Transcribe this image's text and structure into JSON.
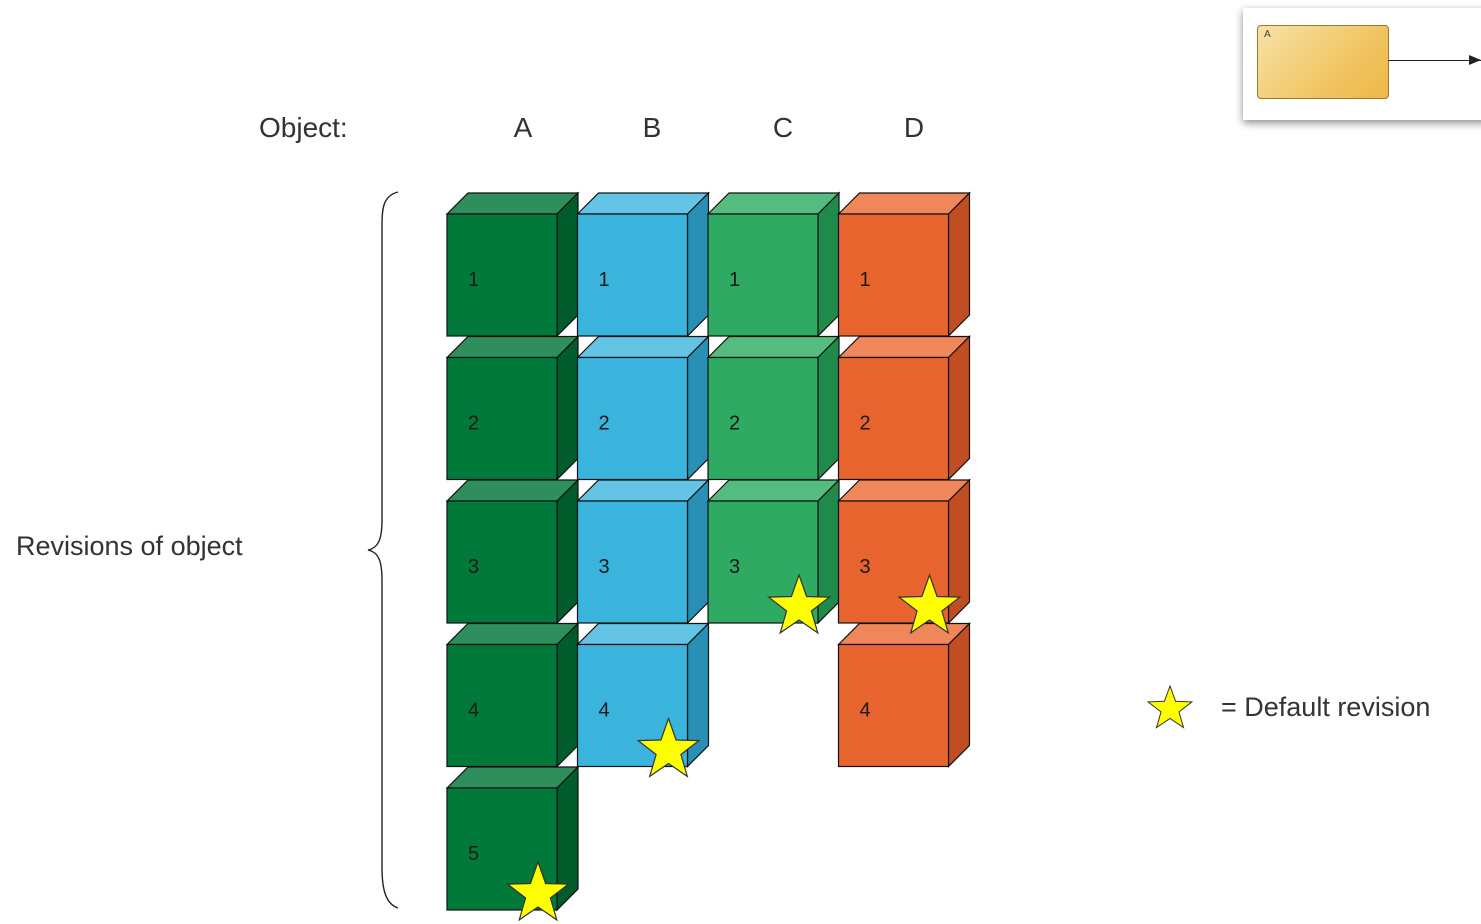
{
  "header_label": "Object:",
  "columns": [
    {
      "label": "A",
      "revisions": [
        "1",
        "2",
        "3",
        "4",
        "5"
      ],
      "default_revision": "5",
      "color": {
        "front": "#00793a",
        "top": "#2e8f5c",
        "side": "#005c2a"
      }
    },
    {
      "label": "B",
      "revisions": [
        "1",
        "2",
        "3",
        "4"
      ],
      "default_revision": "4",
      "color": {
        "front": "#3bb4dd",
        "top": "#63c4e6",
        "side": "#2a8fb4"
      }
    },
    {
      "label": "C",
      "revisions": [
        "1",
        "2",
        "3"
      ],
      "default_revision": "3",
      "color": {
        "front": "#2eaa62",
        "top": "#55bc80",
        "side": "#1f8a4a"
      }
    },
    {
      "label": "D",
      "revisions": [
        "1",
        "2",
        "3",
        "4"
      ],
      "default_revision": "3",
      "color": {
        "front": "#e8642f",
        "top": "#ef875b",
        "side": "#c04e22"
      }
    }
  ],
  "brace_label": "Revisions of object",
  "legend": {
    "text": "= Default revision",
    "icon": "star-icon",
    "star_color": "#ffff00"
  },
  "inset": {
    "box_label": "A"
  }
}
